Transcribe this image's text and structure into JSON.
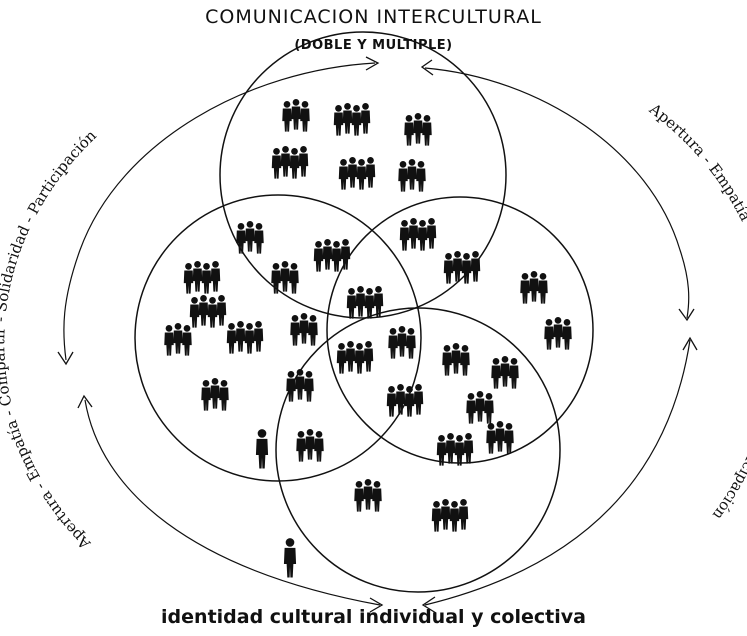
{
  "header": {
    "title": "COMUNICACION INTERCULTURAL",
    "subtitle": "(DOBLE Y MULTIPLE)"
  },
  "footer": {
    "label": "identidad cultural individual y colectiva"
  },
  "side_labels": {
    "left": "Apertura - Empatía - Compartir - Solidaridad - Participación",
    "right": "Apertura - Empatía - Compartir - Solidaridad - Participación"
  },
  "icons": {
    "person": "person-icon"
  }
}
